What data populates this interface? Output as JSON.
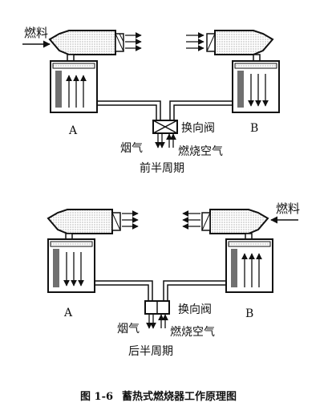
{
  "top": {
    "fuel": "燃料",
    "label_a": "A",
    "label_b": "B",
    "valve": "换向阀",
    "flue_gas": "烟气",
    "combustion_air": "燃烧空气",
    "period": "前半周期"
  },
  "bottom": {
    "fuel": "燃料",
    "label_a": "A",
    "label_b": "B",
    "valve": "换向阀",
    "flue_gas": "烟气",
    "combustion_air": "燃烧空气",
    "period": "后半周期"
  },
  "caption": {
    "number": "图 1-6",
    "title": "蓄热式燃烧器工作原理图"
  }
}
